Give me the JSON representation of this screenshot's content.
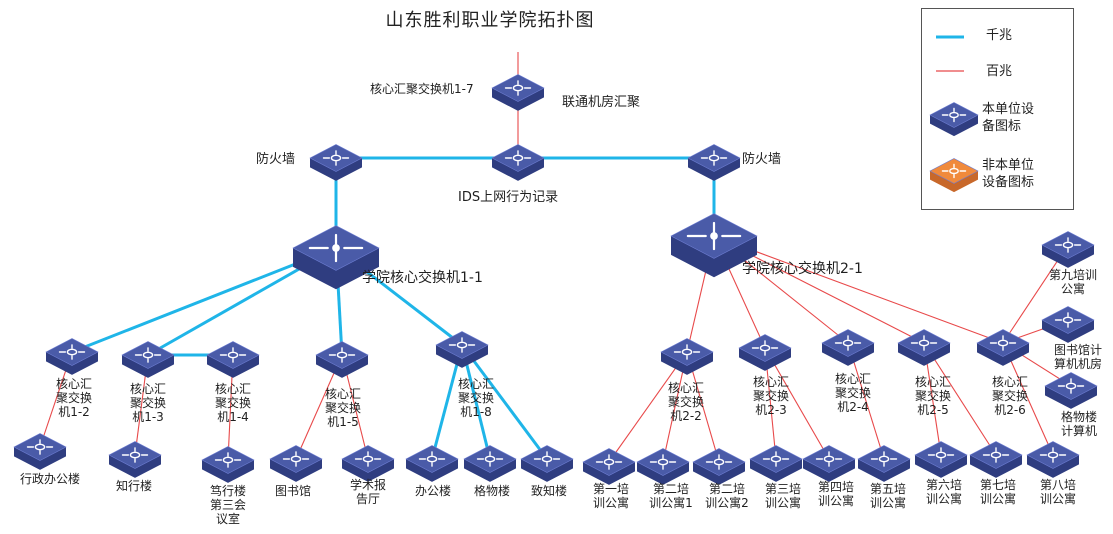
{
  "title": "山东胜利职业学院拓扑图",
  "colors": {
    "gigabit": "#1fb5e8",
    "hundred_mb": "#e8494a",
    "device_top": "#4a5ba8",
    "device_side": "#2f3d80",
    "device_orange": "#f08a3c"
  },
  "legend": {
    "gigabit": "千兆",
    "hundred_mb": "百兆",
    "own_device": "本单位设\n备图标",
    "other_device": "非本单位\n设备图标"
  },
  "nodes": {
    "core_agg_1_7": "核心汇聚交换机1-7",
    "unicom_agg": "联通机房汇聚",
    "firewall_left": "防火墙",
    "firewall_right": "防火墙",
    "ids": "IDS上网行为记录",
    "core_1_1": "学院核心交换机1-1",
    "core_2_1": "学院核心交换机2-1",
    "sw_1_2": "核心汇\n聚交换\n机1-2",
    "sw_1_3": "核心汇\n聚交换\n机1-3",
    "sw_1_4": "核心汇\n聚交换\n机1-4",
    "sw_1_5": "核心汇\n聚交换\n机1-5",
    "sw_1_8": "核心汇\n聚交换\n机1-8",
    "sw_2_2": "核心汇\n聚交换\n机2-2",
    "sw_2_3": "核心汇\n聚交换\n机2-3",
    "sw_2_4": "核心汇\n聚交换\n机2-4",
    "sw_2_5": "核心汇\n聚交换\n机2-5",
    "sw_2_6": "核心汇\n聚交换\n机2-6",
    "admin_building": "行政办公楼",
    "zhixing_building": "知行楼",
    "duxing_building": "笃行楼\n第三会\n议室",
    "library": "图书馆",
    "lecture_hall": "学术报\n告厅",
    "office_building": "办公楼",
    "gewu_building": "格物楼",
    "zhizhi_building": "致知楼",
    "dorm_1": "第一培\n训公寓",
    "dorm_2a": "第二培\n训公寓1",
    "dorm_2b": "第二培\n训公寓2",
    "dorm_3": "第三培\n训公寓",
    "dorm_4": "第四培\n训公寓",
    "dorm_5": "第五培\n训公寓",
    "dorm_6": "第六培\n训公寓",
    "dorm_7": "第七培\n训公寓",
    "dorm_8": "第八培\n训公寓",
    "dorm_9": "第九培训\n公寓",
    "library_lab": "图书馆计\n算机机房",
    "gewu_lab": "格物楼\n计算机"
  }
}
